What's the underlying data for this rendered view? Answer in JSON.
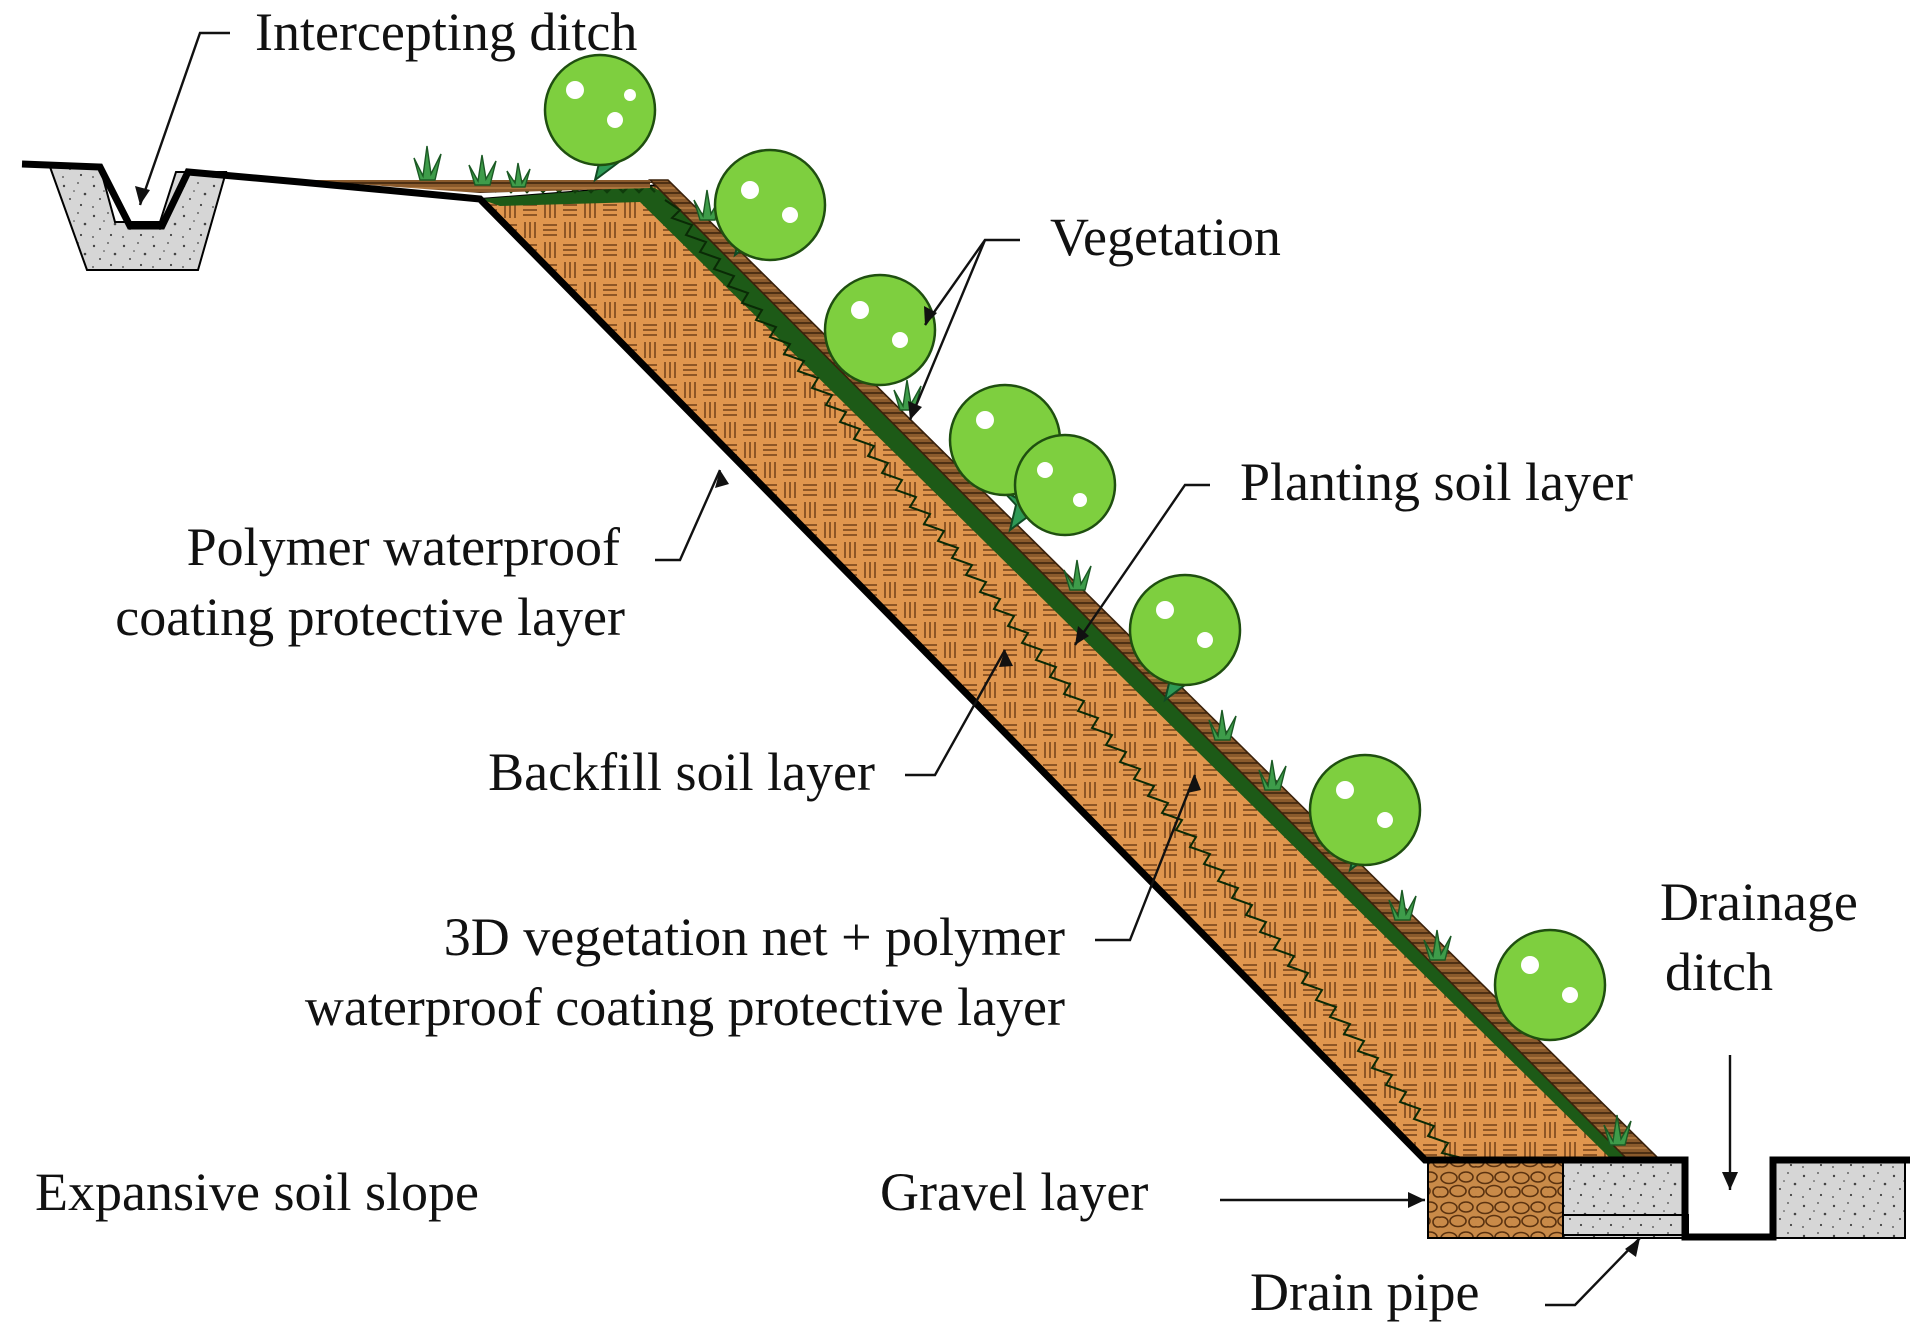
{
  "labels": {
    "intercepting_ditch": "Intercepting ditch",
    "vegetation": "Vegetation",
    "planting_soil_layer": "Planting soil layer",
    "polymer_line1": "Polymer waterproof",
    "polymer_line2": "coating protective layer",
    "backfill_soil_layer": "Backfill soil layer",
    "net_line1": "3D vegetation net + polymer",
    "net_line2": "waterproof coating protective layer",
    "drainage_line1": "Drainage",
    "drainage_line2": "ditch",
    "expansive_soil_slope": "Expansive soil slope",
    "gravel_layer": "Gravel layer",
    "drain_pipe": "Drain pipe"
  },
  "colors": {
    "backfill": "#e0964e",
    "planting_soil": "#8a5a2c",
    "green_layer": "#1d5a17",
    "foliage": "#7ecf3f",
    "trunk": "#2e9a56",
    "concrete": "#d6d6d6",
    "gravel": "#c98a48"
  }
}
